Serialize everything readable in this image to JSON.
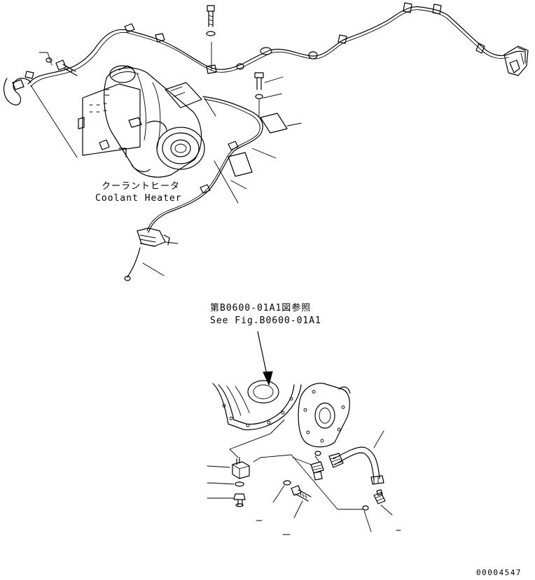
{
  "labels": {
    "coolant_heater_jp": "クーラントヒータ",
    "coolant_heater_en": "Coolant Heater",
    "see_fig_jp": "第B0600-01A1図参照",
    "see_fig_en": "See Fig.B0600-01A1"
  },
  "drawing_number": "00004547",
  "colors": {
    "ink": "#000000",
    "paper": "#ffffff"
  }
}
